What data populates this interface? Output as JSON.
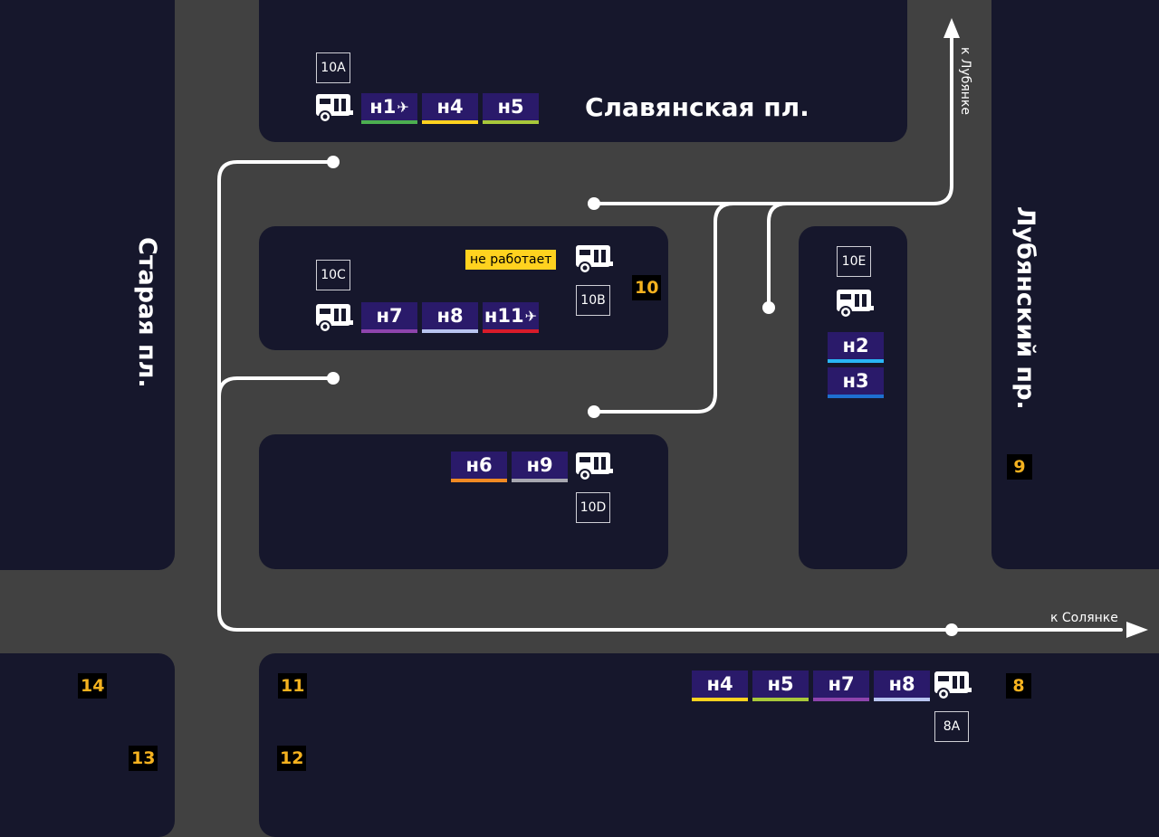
{
  "streets": {
    "slavyanskaya": "Славянская пл.",
    "staraya": "Старая пл.",
    "lubyansky": "Лубянский пр."
  },
  "directions": {
    "to_lubyanka": "к Лубянке",
    "to_solyanka": "к Солянке"
  },
  "stops": {
    "10A": {
      "code": "10A",
      "routes": [
        {
          "label": "н1",
          "airport": true,
          "color": "#4caf50"
        },
        {
          "label": "н4",
          "airport": false,
          "color": "#ffd21f"
        },
        {
          "label": "н5",
          "airport": false,
          "color": "#a8c83a"
        }
      ]
    },
    "10B": {
      "code": "10B",
      "status": "не работает"
    },
    "10C": {
      "code": "10C",
      "routes": [
        {
          "label": "н7",
          "airport": false,
          "color": "#8e44ad"
        },
        {
          "label": "н8",
          "airport": false,
          "color": "#b8c4f0"
        },
        {
          "label": "н11",
          "airport": true,
          "color": "#d81b2a"
        }
      ]
    },
    "10D": {
      "code": "10D",
      "routes": [
        {
          "label": "н6",
          "airport": false,
          "color": "#f08a24"
        },
        {
          "label": "н9",
          "airport": false,
          "color": "#a7a7b0"
        }
      ]
    },
    "10E": {
      "code": "10E",
      "routes": [
        {
          "label": "н2",
          "airport": false,
          "color": "#29b6f6"
        },
        {
          "label": "н3",
          "airport": false,
          "color": "#1e6fd0"
        }
      ]
    },
    "8A": {
      "code": "8A",
      "routes": [
        {
          "label": "н4",
          "airport": false,
          "color": "#ffd21f"
        },
        {
          "label": "н5",
          "airport": false,
          "color": "#a8c83a"
        },
        {
          "label": "н7",
          "airport": false,
          "color": "#8e44ad"
        },
        {
          "label": "н8",
          "airport": false,
          "color": "#b8c4f0"
        }
      ]
    }
  },
  "airport_icon": "✈",
  "exits": [
    "8",
    "9",
    "10",
    "11",
    "12",
    "13",
    "14"
  ],
  "colors": {
    "block": "#16172c",
    "road": "#414141",
    "route_bg": "#2a1a6a",
    "exit_text": "#f5b21f",
    "warning_bg": "#ffd21f"
  }
}
